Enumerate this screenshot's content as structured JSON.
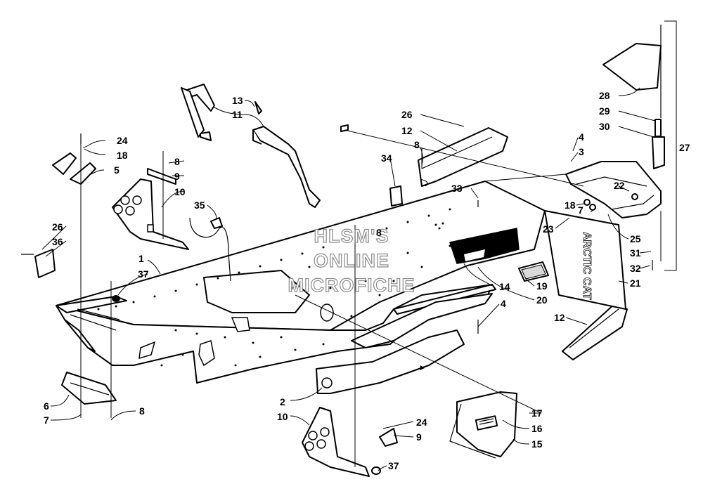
{
  "watermark": {
    "line1": "HLSM'S",
    "line2": "ONLINE",
    "line3": "MICROFICHE"
  },
  "decal_text": "ARCTIC CAT",
  "callouts": [
    {
      "id": "c1",
      "label": "1"
    },
    {
      "id": "c2",
      "label": "2"
    },
    {
      "id": "c3",
      "label": "3"
    },
    {
      "id": "c4a",
      "label": "4"
    },
    {
      "id": "c4b",
      "label": "4"
    },
    {
      "id": "c5",
      "label": "5"
    },
    {
      "id": "c6",
      "label": "6"
    },
    {
      "id": "c7a",
      "label": "7"
    },
    {
      "id": "c7b",
      "label": "7"
    },
    {
      "id": "c8a",
      "label": "8"
    },
    {
      "id": "c8b",
      "label": "8"
    },
    {
      "id": "c8c",
      "label": "8"
    },
    {
      "id": "c8d",
      "label": "8"
    },
    {
      "id": "c9a",
      "label": "9"
    },
    {
      "id": "c9b",
      "label": "9"
    },
    {
      "id": "c10a",
      "label": "10"
    },
    {
      "id": "c10b",
      "label": "10"
    },
    {
      "id": "c11",
      "label": "11"
    },
    {
      "id": "c12a",
      "label": "12"
    },
    {
      "id": "c12b",
      "label": "12"
    },
    {
      "id": "c13",
      "label": "13"
    },
    {
      "id": "c14",
      "label": "14"
    },
    {
      "id": "c15",
      "label": "15"
    },
    {
      "id": "c16",
      "label": "16"
    },
    {
      "id": "c17",
      "label": "17"
    },
    {
      "id": "c18a",
      "label": "18"
    },
    {
      "id": "c18b",
      "label": "18"
    },
    {
      "id": "c19",
      "label": "19"
    },
    {
      "id": "c20",
      "label": "20"
    },
    {
      "id": "c21",
      "label": "21"
    },
    {
      "id": "c22",
      "label": "22"
    },
    {
      "id": "c23",
      "label": "23"
    },
    {
      "id": "c24a",
      "label": "24"
    },
    {
      "id": "c24b",
      "label": "24"
    },
    {
      "id": "c25",
      "label": "25"
    },
    {
      "id": "c26a",
      "label": "26"
    },
    {
      "id": "c26b",
      "label": "26"
    },
    {
      "id": "c27",
      "label": "27"
    },
    {
      "id": "c28",
      "label": "28"
    },
    {
      "id": "c29",
      "label": "29"
    },
    {
      "id": "c30",
      "label": "30"
    },
    {
      "id": "c31",
      "label": "31"
    },
    {
      "id": "c32",
      "label": "32"
    },
    {
      "id": "c33",
      "label": "33"
    },
    {
      "id": "c34",
      "label": "34"
    },
    {
      "id": "c35",
      "label": "35"
    },
    {
      "id": "c36",
      "label": "36"
    },
    {
      "id": "c37a",
      "label": "37"
    },
    {
      "id": "c37b",
      "label": "37"
    }
  ]
}
